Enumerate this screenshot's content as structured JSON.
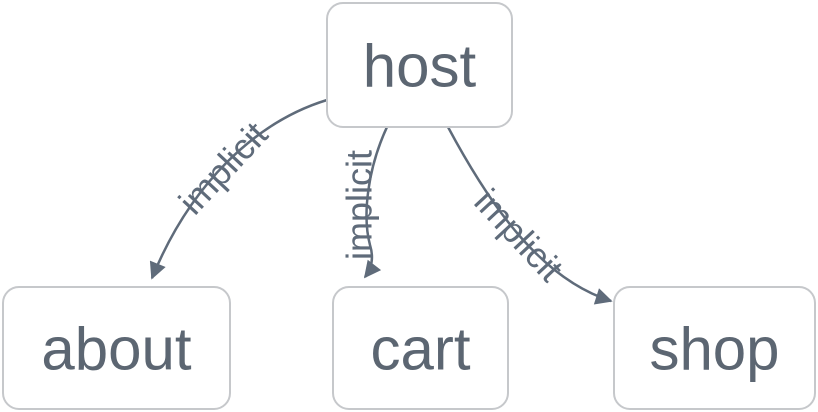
{
  "diagram": {
    "type": "graph",
    "nodes": [
      {
        "id": "host",
        "label": "host"
      },
      {
        "id": "about",
        "label": "about"
      },
      {
        "id": "cart",
        "label": "cart"
      },
      {
        "id": "shop",
        "label": "shop"
      }
    ],
    "edges": [
      {
        "from": "host",
        "to": "about",
        "label": "implicit"
      },
      {
        "from": "host",
        "to": "cart",
        "label": "implicit"
      },
      {
        "from": "host",
        "to": "shop",
        "label": "implicit"
      }
    ],
    "colors": {
      "background": "#ffffff",
      "node_fill": "#ffffff",
      "node_border": "#c6c8cb",
      "node_text": "#5c6672",
      "edge": "#5f6b7a"
    }
  }
}
